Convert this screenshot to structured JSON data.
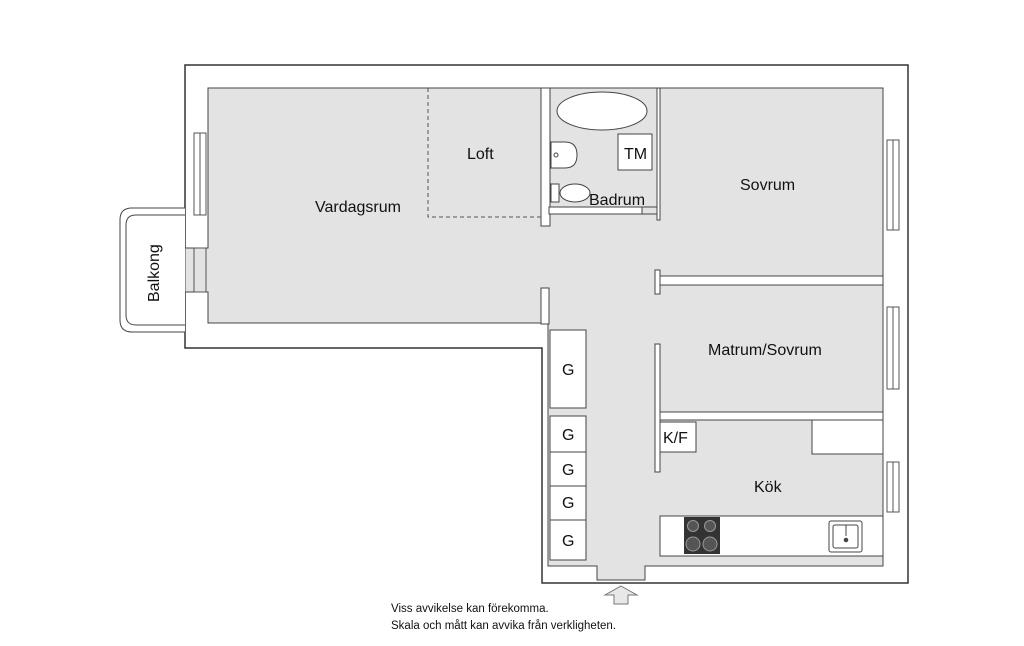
{
  "rooms": {
    "vardagsrum": "Vardagsrum",
    "loft": "Loft",
    "badrum": "Badrum",
    "sovrum": "Sovrum",
    "matrum": "Matrum/Sovrum",
    "kok": "Kök",
    "balkong": "Balkong"
  },
  "fixtures": {
    "tm": "TM",
    "kf": "K/F",
    "g": "G"
  },
  "notes": {
    "line1": "Viss avvikelse kan förekomma.",
    "line2": "Skala och mått kan avvika från verkligheten."
  },
  "colors": {
    "wall": "#ffffff",
    "outline": "#333333",
    "floor": "#e3e3e3",
    "ink": "#111111"
  }
}
